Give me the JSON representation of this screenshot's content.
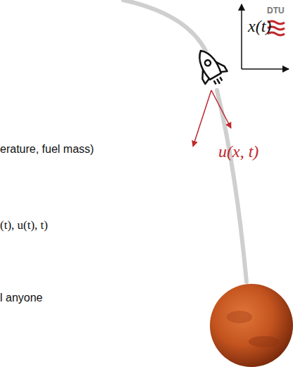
{
  "diagram": {
    "labels": [
      "x(t)",
      "DTU",
      "erature, fuel mass)",
      "u(x, t)",
      "(t), u(t), t)",
      "l anyone"
    ]
  }
}
